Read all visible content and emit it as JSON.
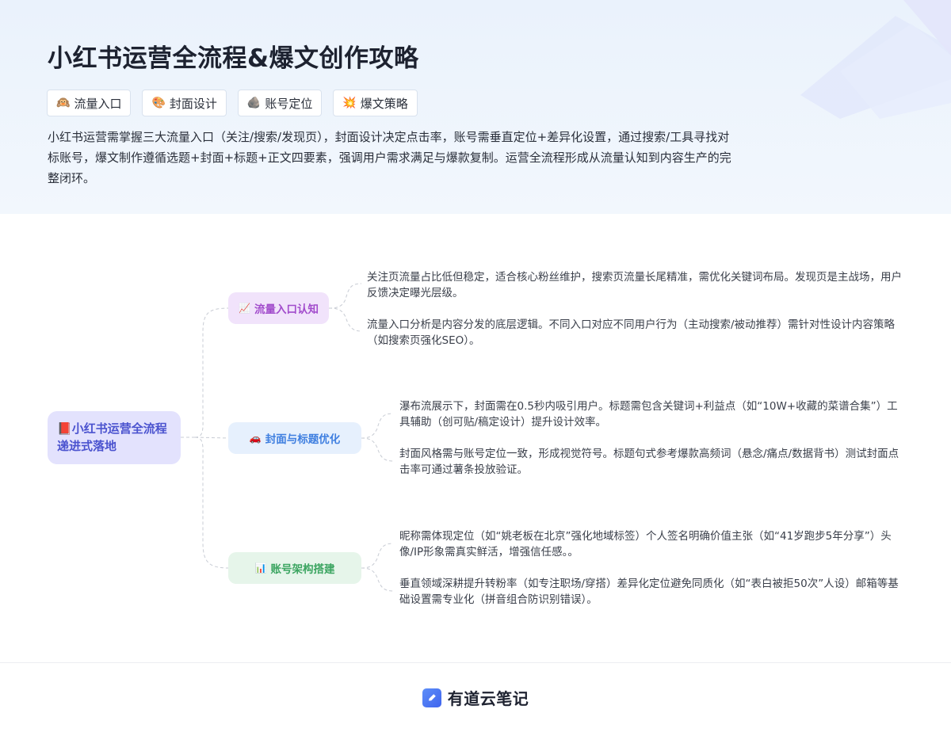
{
  "header": {
    "title": "小红书运营全流程&爆文创作攻略",
    "tags": [
      {
        "icon": "🙉",
        "icon_name": "monkey-icon",
        "label": "流量入口"
      },
      {
        "icon": "🎨",
        "icon_name": "palette-icon",
        "label": "封面设计"
      },
      {
        "icon": "🪨",
        "icon_name": "rock-icon",
        "label": "账号定位"
      },
      {
        "icon": "💥",
        "icon_name": "boom-icon",
        "label": "爆文策略"
      }
    ],
    "summary": "小红书运营需掌握三大流量入口（关注/搜索/发现页），封面设计决定点击率，账号需垂直定位+差异化设置，通过搜索/工具寻找对标账号，爆文制作遵循选题+封面+标题+正文四要素，强调用户需求满足与爆款复制。运营全流程形成从流量认知到内容生产的完整闭环。"
  },
  "mindmap": {
    "root": {
      "icon": "📕",
      "icon_name": "red-book-icon",
      "label": "小红书运营全流程递进式落地"
    },
    "branches": [
      {
        "icon": "📈",
        "icon_name": "chart-up-icon",
        "label": "流量入口认知",
        "leaves": [
          "关注页流量占比低但稳定，适合核心粉丝维护，搜索页流量长尾精准，需优化关键词布局。发现页是主战场，用户反馈决定曝光层级。",
          "流量入口分析是内容分发的底层逻辑。不同入口对应不同用户行为（主动搜索/被动推荐）需针对性设计内容策略（如搜索页强化SEO）。"
        ]
      },
      {
        "icon": "🚗",
        "icon_name": "car-icon",
        "label": "封面与标题优化",
        "leaves": [
          "瀑布流展示下，封面需在0.5秒内吸引用户。标题需包含关键词+利益点（如“10W+收藏的菜谱合集”）工具辅助（创可贴/稿定设计）提升设计效率。",
          "封面风格需与账号定位一致，形成视觉符号。标题句式参考爆款高频词（悬念/痛点/数据背书）测试封面点击率可通过薯条投放验证。"
        ]
      },
      {
        "icon": "📊",
        "icon_name": "bar-chart-icon",
        "label": "账号架构搭建",
        "leaves": [
          "昵称需体现定位（如“姚老板在北京”强化地域标签）个人签名明确价值主张（如“41岁跑步5年分享”）头像/IP形象需真实鲜活，增强信任感。。",
          "垂直领域深耕提升转粉率（如专注职场/穿搭）差异化定位避免同质化（如“表白被拒50次”人设）邮箱等基础设置需专业化（拼音组合防识别错误）。"
        ]
      }
    ]
  },
  "footer": {
    "brand": "有道云笔记"
  }
}
